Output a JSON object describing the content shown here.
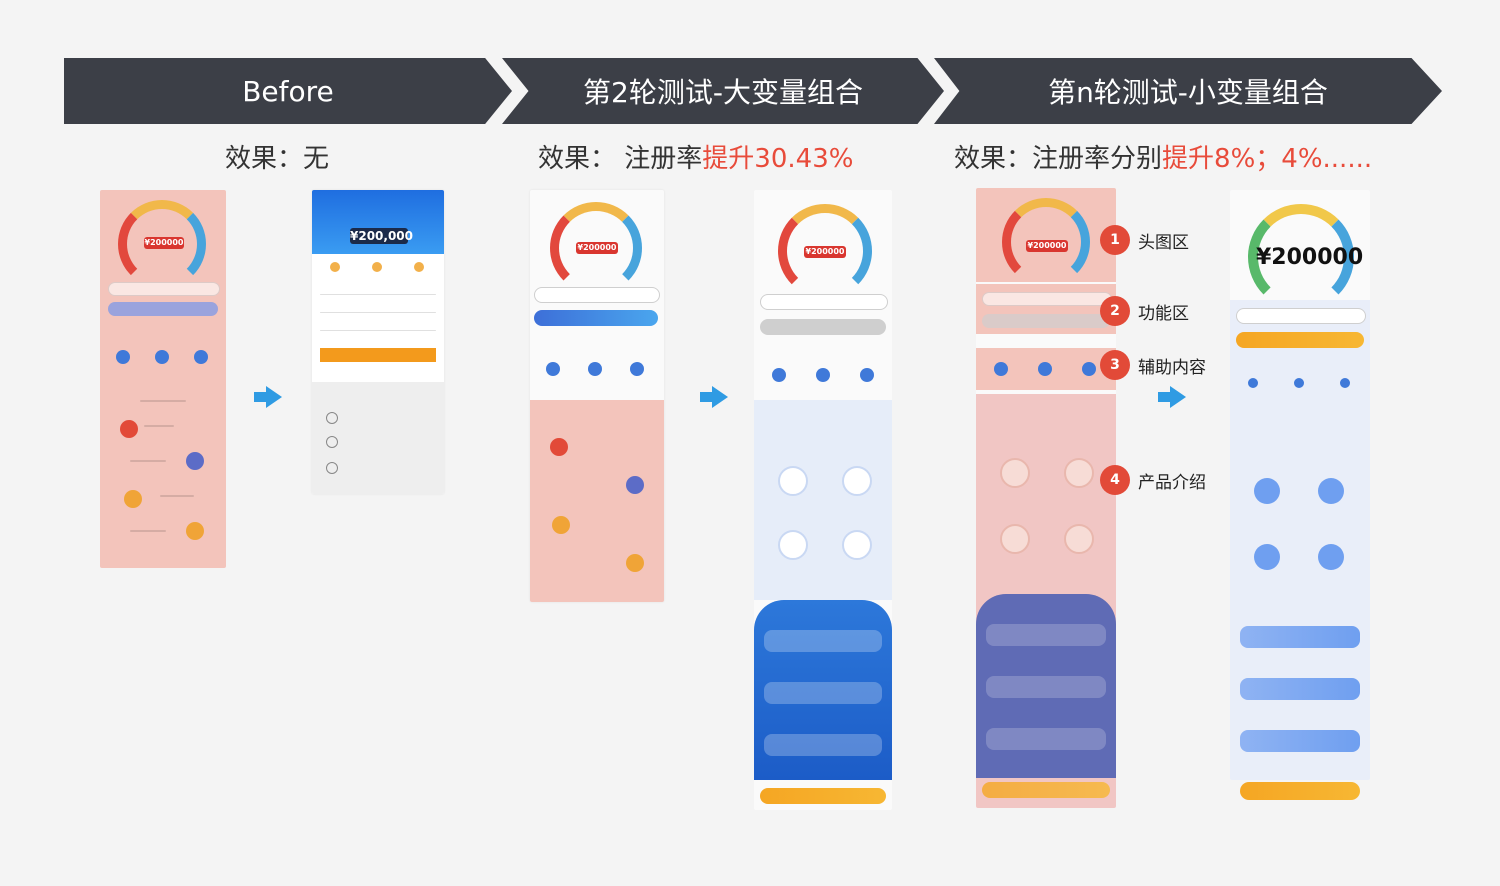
{
  "stages": [
    {
      "title": "Before",
      "effect_prefix": "效果：",
      "effect_plain": "无",
      "effect_highlight": ""
    },
    {
      "title": "第2轮测试-大变量组合",
      "effect_prefix": "效果：",
      "effect_plain": "注册率",
      "effect_highlight": "提升30.43%"
    },
    {
      "title": "第n轮测试-小变量组合",
      "effect_prefix": "效果：",
      "effect_plain": "注册率分别",
      "effect_highlight": "提升8%；4%......"
    }
  ],
  "zones": [
    {
      "num": "1",
      "label": "头图区"
    },
    {
      "num": "2",
      "label": "功能区"
    },
    {
      "num": "3",
      "label": "辅助内容"
    },
    {
      "num": "4",
      "label": "产品介绍"
    }
  ],
  "amounts": {
    "small": "¥200000",
    "white_header": "¥200,000",
    "final": "¥200000"
  },
  "colors": {
    "chevron": "#3c3f47",
    "highlight": "#e84b3a",
    "arrow": "#2f9be3",
    "badge": "#e24a38",
    "pink_overlay": "#f3c4bb"
  }
}
